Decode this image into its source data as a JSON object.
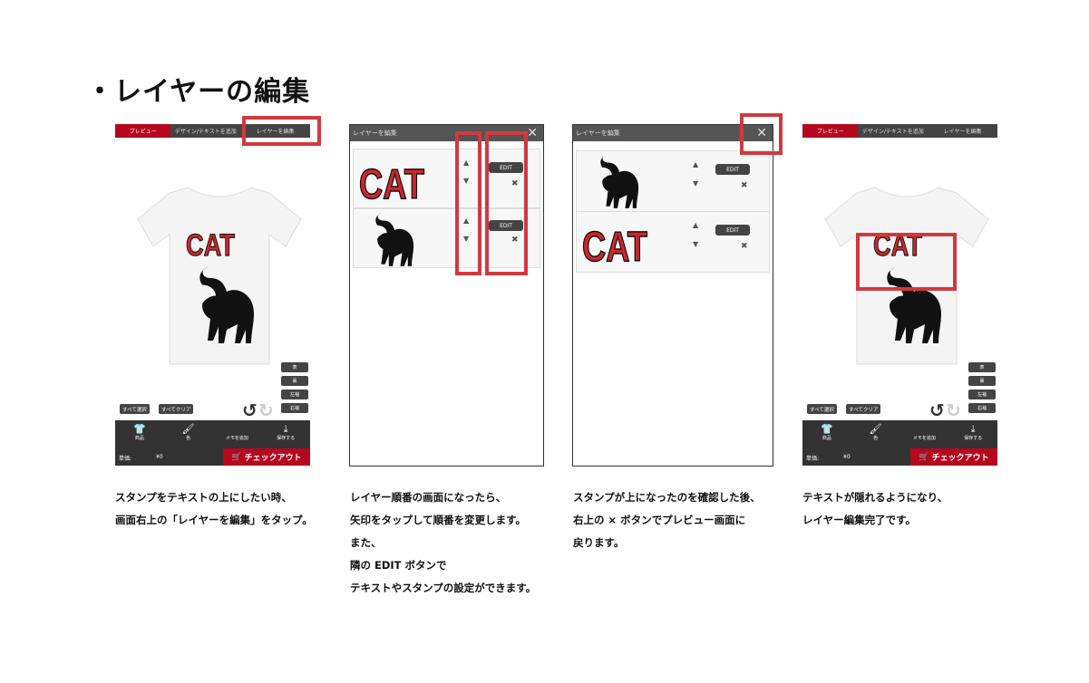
{
  "title": "・レイヤーの編集",
  "app": {
    "tabs": [
      "プレビュー",
      "デザイン/テキストを追加",
      "レイヤーを編集"
    ],
    "side_buttons": [
      "表",
      "裏",
      "左袖",
      "右袖"
    ],
    "select_all": "すべて選択",
    "clear_all": "すべてクリア",
    "bottom": [
      {
        "icon": "tshirt-icon",
        "label": "商品"
      },
      {
        "icon": "paint-icon",
        "label": "色"
      },
      {
        "icon": "memo-icon",
        "label": "メモを追加"
      },
      {
        "icon": "save-icon",
        "label": "保存する"
      }
    ],
    "price_label": "単価:",
    "price_value": "¥0",
    "checkout": "チェックアウト"
  },
  "modal": {
    "title": "レイヤーを編集",
    "edit": "EDIT",
    "close": "✕",
    "delete": "✖",
    "logo_text": "CAT"
  },
  "captions": [
    [
      "スタンプをテキストの上にしたい時、",
      "画面右上の「レイヤーを編集」をタップ。"
    ],
    [
      "レイヤー順番の画面になったら、",
      "矢印をタップして順番を変更します。",
      "また、",
      "隣の EDIT ボタンで",
      "テキストやスタンプの設定ができます。"
    ],
    [
      "スタンプが上になったのを確認した後、",
      "右上の × ボタンでプレビュー画面に",
      "戻ります。"
    ],
    [
      "テキストが隠れるようになり、",
      "レイヤー編集完了です。"
    ]
  ]
}
